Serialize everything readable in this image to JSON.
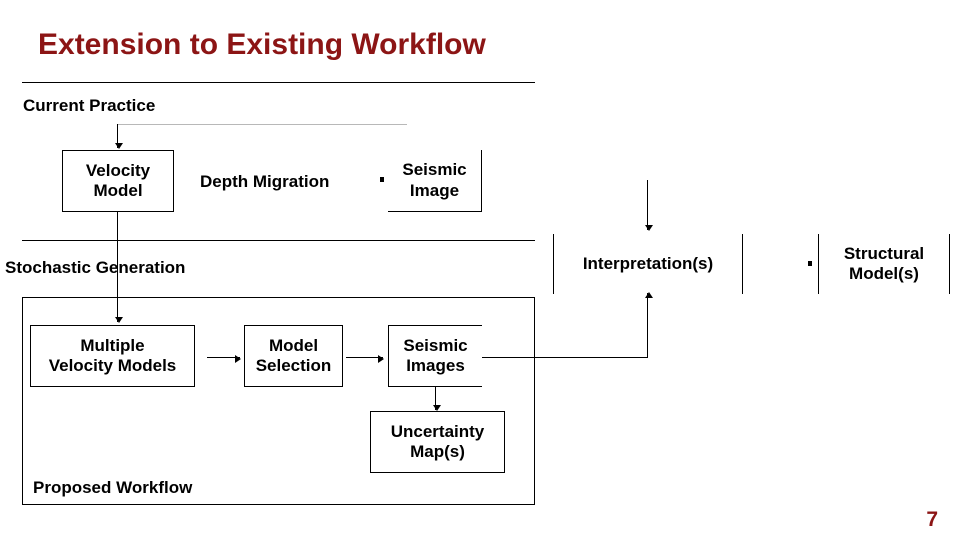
{
  "slide": {
    "title": "Extension to Existing Workflow",
    "page_number": "7",
    "title_color": "#8C1515"
  },
  "sections": {
    "current_practice_label": "Current Practice",
    "stochastic_generation_label": "Stochastic Generation",
    "proposed_workflow_label": "Proposed Workflow"
  },
  "nodes": {
    "velocity_model": {
      "line1": "Velocity",
      "line2": "Model"
    },
    "depth_migration": {
      "line1": "Depth Migration"
    },
    "seismic_image": {
      "line1": "Seismic",
      "line2": "Image"
    },
    "multiple_velocity_models": {
      "line1": "Multiple",
      "line2": "Velocity Models"
    },
    "model_selection": {
      "line1": "Model",
      "line2": "Selection"
    },
    "seismic_images": {
      "line1": "Seismic",
      "line2": "Images"
    },
    "uncertainty_maps": {
      "line1": "Uncertainty",
      "line2": "Map(s)"
    },
    "interpretations": {
      "line1": "Interpretation(s)"
    },
    "structural_models": {
      "line1": "Structural",
      "line2": "Model(s)"
    }
  },
  "icons": {
    "arrow_down": "arrow-down-icon",
    "arrow_up": "arrow-up-icon",
    "arrow_right": "arrow-right-icon"
  }
}
